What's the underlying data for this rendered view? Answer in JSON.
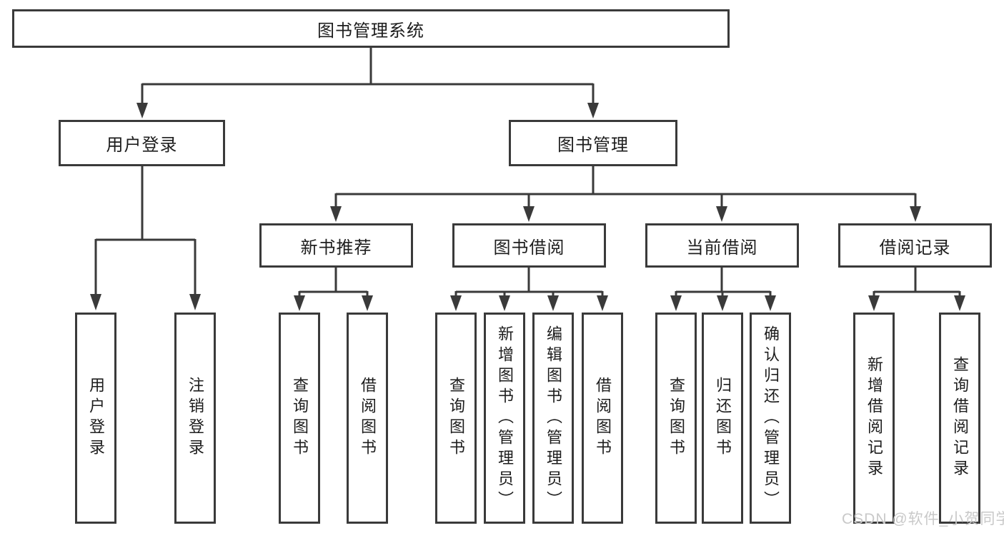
{
  "colors": {
    "line": "#3a3a3a",
    "text": "#1d1d1d",
    "watermark": "#c9c9c9",
    "bg": "#ffffff"
  },
  "watermark": {
    "text": "CSDN @软件_小贺同学"
  },
  "tree": {
    "label": "图书管理系统",
    "children": [
      {
        "label": "用户登录",
        "children": [
          {
            "label": "用户登录"
          },
          {
            "label": "注销登录"
          }
        ]
      },
      {
        "label": "图书管理",
        "children": [
          {
            "label": "新书推荐",
            "children": [
              {
                "label": "查询图书"
              },
              {
                "label": "借阅图书"
              }
            ]
          },
          {
            "label": "图书借阅",
            "children": [
              {
                "label": "查询图书"
              },
              {
                "label": "新增图书（管理员）"
              },
              {
                "label": "编辑图书（管理员）"
              },
              {
                "label": "借阅图书"
              }
            ]
          },
          {
            "label": "当前借阅",
            "children": [
              {
                "label": "查询图书"
              },
              {
                "label": "归还图书"
              },
              {
                "label": "确认归还（管理员）"
              }
            ]
          },
          {
            "label": "借阅记录",
            "children": [
              {
                "label": "新增借阅记录"
              },
              {
                "label": "查询借阅记录"
              }
            ]
          }
        ]
      }
    ]
  }
}
